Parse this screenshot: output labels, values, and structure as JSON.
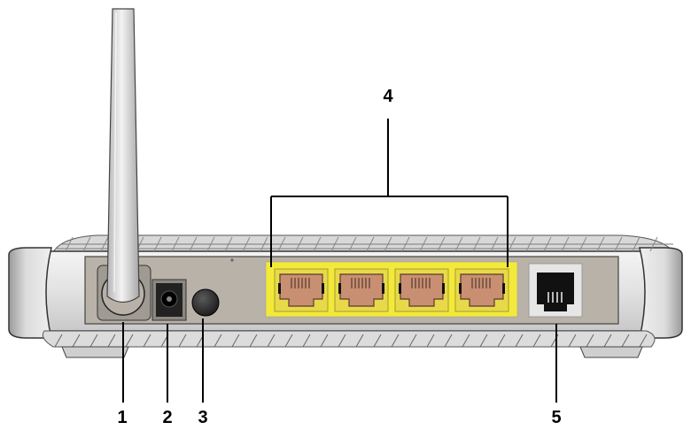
{
  "callouts": {
    "antenna": "1",
    "power_jack": "2",
    "power_button": "3",
    "lan_ports": "4",
    "phone_port": "5"
  },
  "colors": {
    "lan_highlight": "#f2e93a",
    "port_jack": "#c98f72",
    "panel": "#b8b2a8",
    "housing": "#e6e6e6"
  }
}
